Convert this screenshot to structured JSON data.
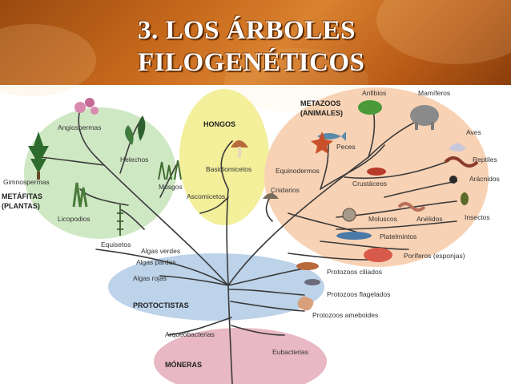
{
  "slide": {
    "title_line1": "3. LOS ÁRBOLES",
    "title_line2": "FILOGENÉTICOS"
  },
  "groups": {
    "plantas": "METÁFITAS (PLANTAS)",
    "plantas_l1": "METÁFITAS",
    "plantas_l2": "(PLANTAS)",
    "hongos": "HONGOS",
    "metazoos_l1": "METAZOOS",
    "metazoos_l2": "(ANIMALES)",
    "protoctistas": "PROTOCTISTAS",
    "moneras": "MÓNERAS"
  },
  "labels": {
    "angiospermas": "Angiospermas",
    "helechos": "Helechos",
    "gimnospermas": "Gimnospermas",
    "musgos": "Musgos",
    "licopodios": "Licopodios",
    "equisetos": "Equisetos",
    "basidiomicetos": "Basidiomicetos",
    "ascomicetos": "Ascomicetos",
    "anfibios": "Anfibios",
    "mamiferos": "Mamíferos",
    "aves": "Aves",
    "peces": "Peces",
    "reptiles": "Reptiles",
    "equinodermos": "Equinodermos",
    "aracnidos": "Arácnidos",
    "crustaceos": "Crustáceos",
    "cnidarios": "Cnidarios",
    "insectos": "Insectos",
    "moluscos": "Moluscos",
    "anelidos": "Anélidos",
    "platelmintos": "Platelmintos",
    "poriferos": "Poríferos (esponjas)",
    "algas_verdes": "Algas verdes",
    "algas_pardas": "Algas pardas",
    "algas_rojas": "Algas rojas",
    "protozoos_ciliados": "Protozoos ciliados",
    "protozoos_flagelados": "Protozoos flagelados",
    "protozoos_ameboides": "Protozoos ameboides",
    "arqueobacterias": "Arqueobacterias",
    "eubacterias": "Eubacterias"
  },
  "colors": {
    "header": "#c86a1c",
    "plantas_zone": "#cfe8c4",
    "hongos_zone": "#f3ef9a",
    "metazoos_zone": "#f8d2b4",
    "protoctistas_zone": "#bcd3ea",
    "moneras_zone": "#e8b8c4",
    "branch": "#3a3a3a"
  }
}
